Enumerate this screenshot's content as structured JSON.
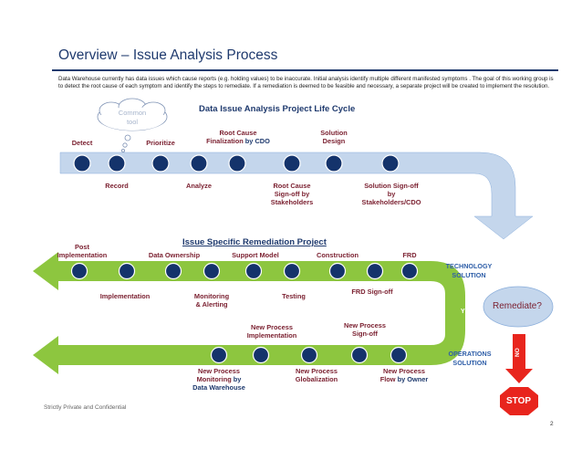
{
  "page": {
    "title": "Overview – Issue Analysis Process",
    "intro": "Data Warehouse currently has data issues which cause reports  (e.g. holding values) to be inaccurate. Initial analysis identify multiple different manifested symptoms . The goal of this working group is to detect the root cause of each symptom and identify the steps to remediate. If a remediation is deemed to be feasible and necessary, a separate project will be created to implement the resolution.",
    "footer": "Strictly Private and Confidential",
    "page_number": "2"
  },
  "cloud": {
    "line1": "Common",
    "line2": "tool"
  },
  "lifecycle": {
    "heading": "Data Issue Analysis Project Life Cycle",
    "top_labels": {
      "detect": "Detect",
      "prioritize": "Prioritize",
      "root_cause_1": "Root Cause",
      "root_cause_2a": "Finalization ",
      "root_cause_2b": "by CDO",
      "solution_1": "Solution",
      "solution_2": "Design"
    },
    "bottom_labels": {
      "record": "Record",
      "analyze": "Analyze",
      "rc_signoff_1": "Root Cause",
      "rc_signoff_2": "Sign-off by",
      "rc_signoff_3": "Stakeholders",
      "sol_signoff_1": "Solution Sign-off",
      "sol_signoff_2": "by",
      "sol_signoff_3": "Stakeholders/CDO"
    }
  },
  "remediation": {
    "heading": "Issue Specific Remediation Project",
    "top_labels": {
      "post_1": "Post",
      "post_2": "Implementation",
      "data_ownership": "Data Ownership",
      "support_model": "Support Model",
      "construction": "Construction",
      "frd": "FRD"
    },
    "mid_labels": {
      "implementation": "Implementation",
      "monitoring_1": "Monitoring",
      "monitoring_2": "& Alerting",
      "testing": "Testing",
      "frd_signoff": "FRD Sign-off"
    },
    "lower_labels": {
      "np_impl_1": "New Process",
      "np_impl_2": "Implementation",
      "np_signoff_1": "New Process",
      "np_signoff_2": "Sign-off"
    },
    "bottom_labels": {
      "np_mon_1": "New Process",
      "np_mon_2a": "Monitoring ",
      "np_mon_2b": "by",
      "np_mon_3": "Data Warehouse",
      "np_glob_1": "New Process",
      "np_glob_2": "Globalization",
      "np_flow_1": "New Process",
      "np_flow_2a": "Flow ",
      "np_flow_2b": "by Owner"
    }
  },
  "decision": {
    "remediate": "Remediate?",
    "yes": "YES",
    "no": "NO",
    "stop": "STOP",
    "tech_1": "TECHNOLOGY",
    "tech_2": "SOLUTION",
    "ops_1": "OPERATIONS",
    "ops_2": "SOLUTION"
  },
  "colors": {
    "title": "#1f3a6e",
    "label_red": "#7a1f2f",
    "band_blue": "#c4d6ec",
    "band_green": "#8dc63f",
    "dot": "#14336b",
    "stop": "#e8251d"
  }
}
